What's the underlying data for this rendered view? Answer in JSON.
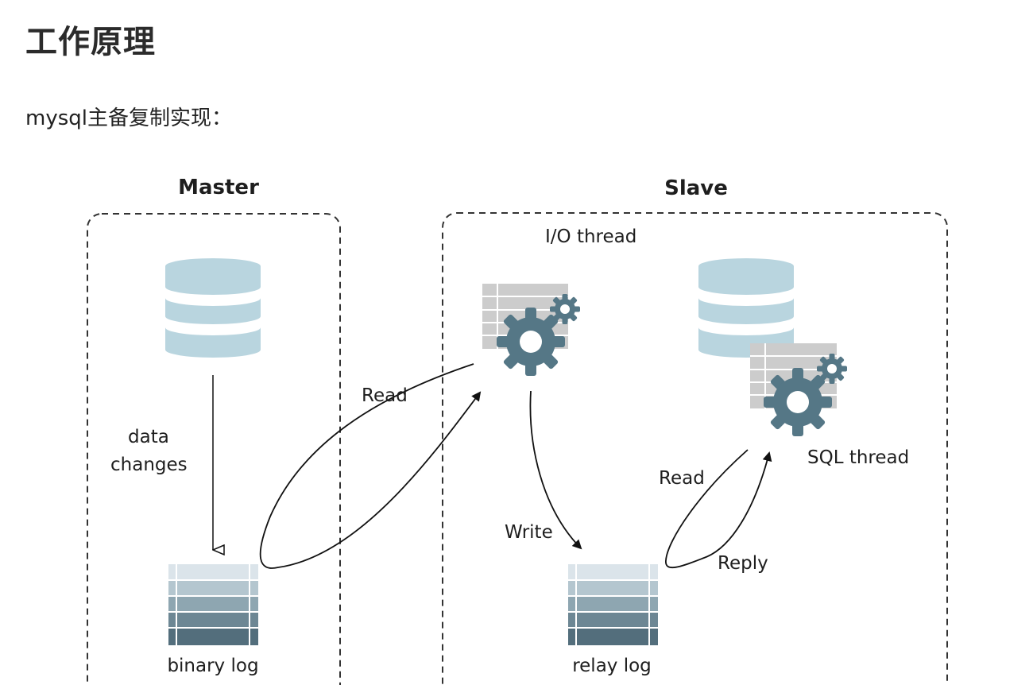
{
  "title": "工作原理",
  "intro": "mysql主备复制实现：",
  "diagram": {
    "master_label": "Master",
    "slave_label": "Slave",
    "io_thread_label": "I/O thread",
    "sql_thread_label": "SQL thread",
    "data_changes_line1": "data",
    "data_changes_line2": "changes",
    "binary_log_label": "binary log",
    "relay_log_label": "relay log",
    "read_label_1": "Read",
    "read_label_2": "Read",
    "write_label": "Write",
    "reply_label": "Reply"
  },
  "colors": {
    "db_light": "#b9d5df",
    "gear": "#557786",
    "table_grey": "#cccccc",
    "log_top": "#dbe4ea",
    "log_bottom": "#536e7c"
  }
}
